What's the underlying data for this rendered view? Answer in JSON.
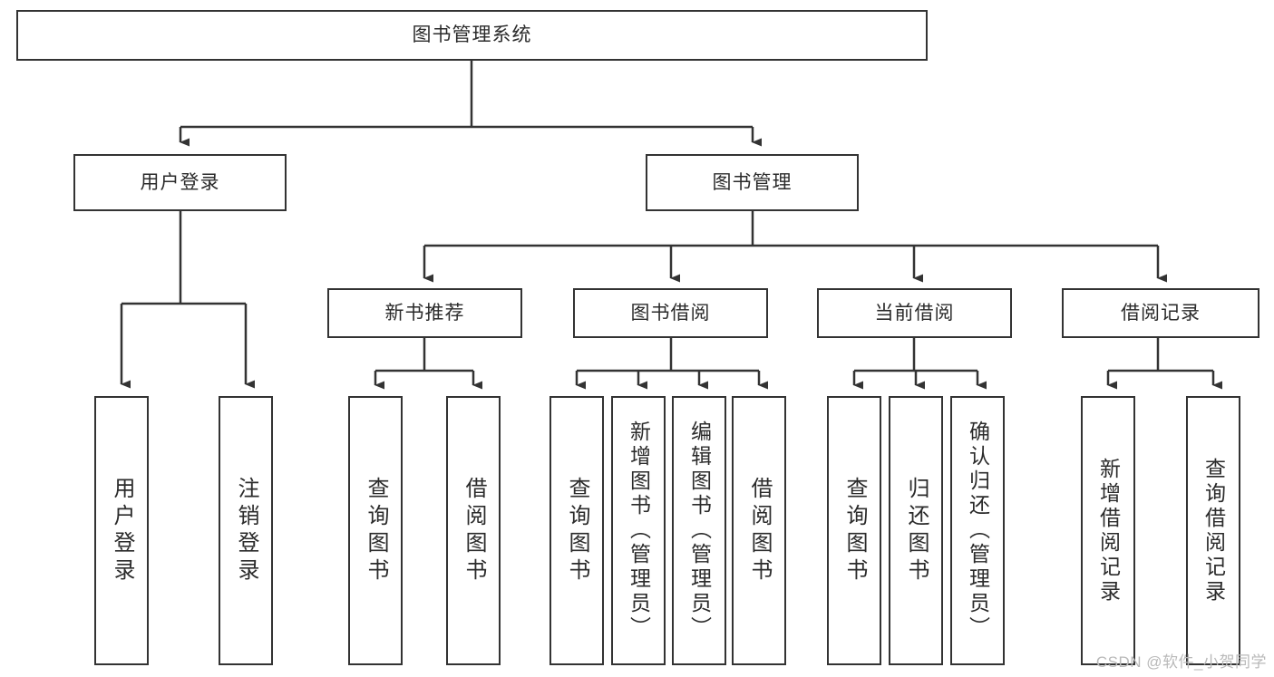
{
  "diagram": {
    "type": "tree",
    "title": "图书管理系统",
    "watermark": "CSDN @软件_小贺同学",
    "colors": {
      "stroke": "#333333",
      "fill": "#ffffff",
      "text": "#2b2b2b",
      "watermark": "#b9b9b9"
    },
    "nodes": {
      "root": {
        "label": "图书管理系统"
      },
      "level1": [
        {
          "label": "用户登录"
        },
        {
          "label": "图书管理"
        }
      ],
      "level2": [
        {
          "label": "新书推荐"
        },
        {
          "label": "图书借阅"
        },
        {
          "label": "当前借阅"
        },
        {
          "label": "借阅记录"
        }
      ],
      "leaves": {
        "user_login": [
          {
            "label": "用户登录"
          },
          {
            "label": "注销登录"
          }
        ],
        "new_book": [
          {
            "label": "查询图书"
          },
          {
            "label": "借阅图书"
          }
        ],
        "book_borrow": [
          {
            "label": "查询图书"
          },
          {
            "label": "新增图书（管理员）"
          },
          {
            "label": "编辑图书（管理员）"
          },
          {
            "label": "借阅图书"
          }
        ],
        "current_borrow": [
          {
            "label": "查询图书"
          },
          {
            "label": "归还图书"
          },
          {
            "label": "确认归还（管理员）"
          }
        ],
        "borrow_record": [
          {
            "label": "新增借阅记录"
          },
          {
            "label": "查询借阅记录"
          }
        ]
      }
    }
  }
}
